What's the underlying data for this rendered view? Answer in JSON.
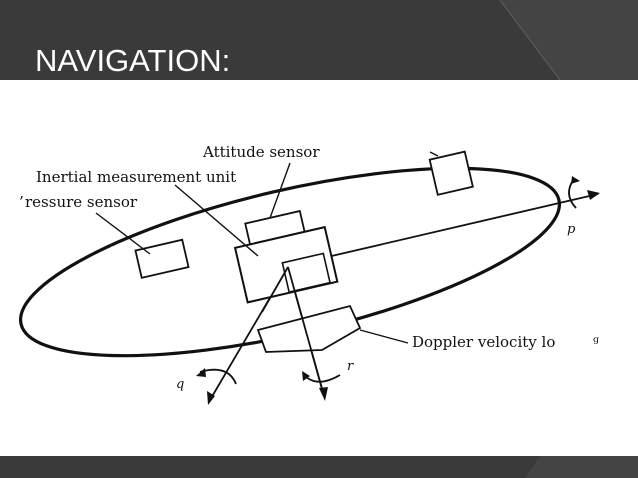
{
  "slide": {
    "title": "NAVIGATION:",
    "colors": {
      "band": "#3a3a3a",
      "band_accent": "#4a4a4a",
      "title_text": "#ffffff",
      "line": "#111111"
    }
  },
  "diagram": {
    "labels": {
      "attitude_sensor": "Attitude sensor",
      "imu": "Inertial measurement unit",
      "pressure_sensor": "ressure sensor",
      "pressure_sensor_partial": "’",
      "dvl": "Doppler velocity lo",
      "dvl_partial": "ᵍ"
    },
    "axes": {
      "p": "p",
      "q": "q",
      "r": "r"
    }
  }
}
